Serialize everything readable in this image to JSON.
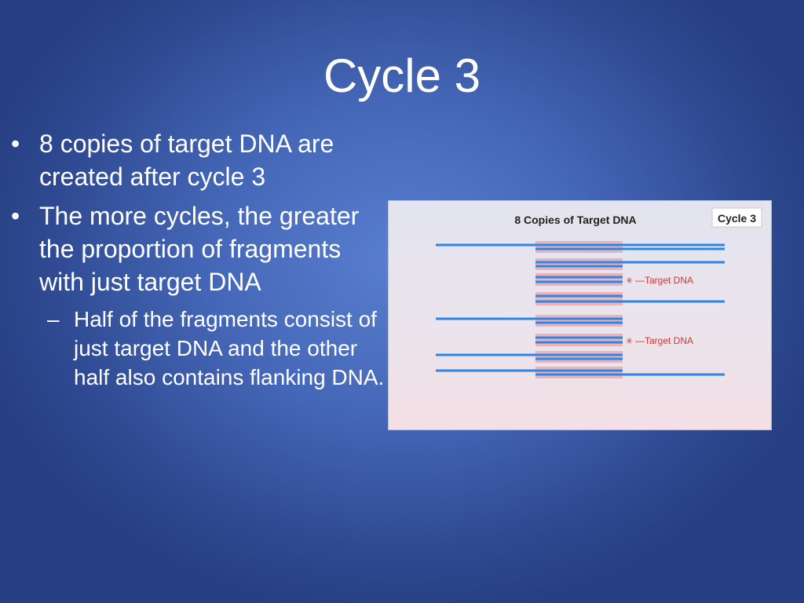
{
  "slide": {
    "title": "Cycle 3",
    "bullets": [
      {
        "mark": "•",
        "text": "8 copies of target DNA are created after cycle 3"
      },
      {
        "mark": "•",
        "text": "The more cycles, the greater the proportion of fragments with just target DNA"
      }
    ],
    "sub_bullet": {
      "mark": "–",
      "text": "Half of the fragments consist of just target DNA and the other half also contains flanking DNA."
    }
  },
  "figure": {
    "title": "8 Copies of Target DNA",
    "badge": "Cycle 3",
    "legend_marker": "✳",
    "legend_labels": [
      "—Target DNA",
      "—Target DNA"
    ]
  },
  "colors": {
    "strand": "#2b86e6",
    "target_band": "#f08a8a",
    "legend_text": "#d9322e",
    "figure_title": "#222222"
  }
}
